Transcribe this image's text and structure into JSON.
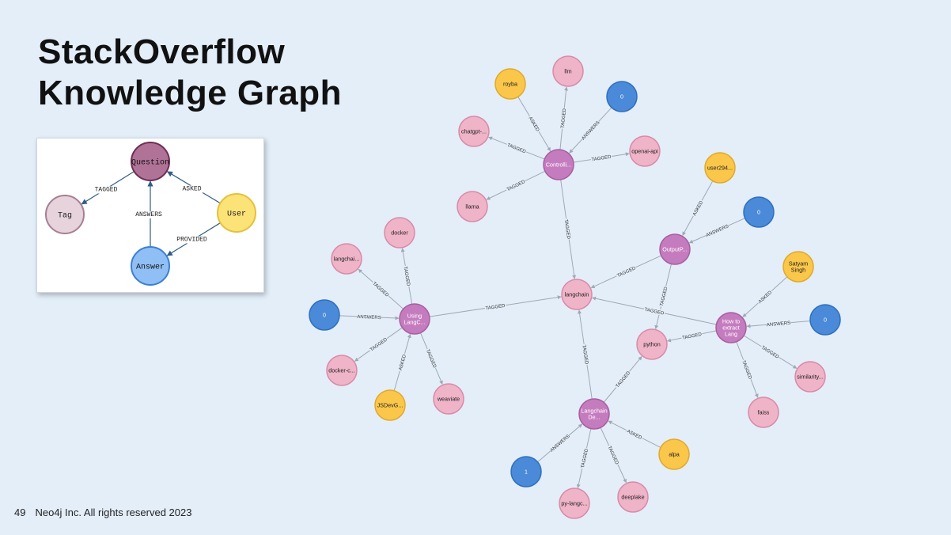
{
  "title": {
    "line1": "StackOverflow",
    "line2": "Knowledge Graph"
  },
  "footer": {
    "page_number": "49",
    "copyright": "Neo4j Inc. All rights reserved 2023"
  },
  "colors": {
    "background": "#e3eef9",
    "question_node": "#c57cbf",
    "tag_node": "#efb4c8",
    "user_node": "#fbc74a",
    "answer_node": "#4a8ad8",
    "edge": "#9fa9b4"
  },
  "schema": {
    "nodes": [
      {
        "id": "question",
        "label": "Question",
        "fill": "#b07397",
        "stroke": "#6d2e52",
        "text": "#111"
      },
      {
        "id": "tag",
        "label": "Tag",
        "fill": "#e6d3db",
        "stroke": "#a77f92",
        "text": "#222"
      },
      {
        "id": "user",
        "label": "User",
        "fill": "#fbe377",
        "stroke": "#e6c03b",
        "text": "#222"
      },
      {
        "id": "answer",
        "label": "Answer",
        "fill": "#8fbff5",
        "stroke": "#3b7fd4",
        "text": "#111"
      }
    ],
    "edges": [
      {
        "from": "question",
        "to": "tag",
        "label": "TAGGED"
      },
      {
        "from": "user",
        "to": "question",
        "label": "ASKED"
      },
      {
        "from": "answer",
        "to": "question",
        "label": "ANSWERS"
      },
      {
        "from": "user",
        "to": "answer",
        "label": "PROVIDED"
      }
    ]
  },
  "graph": {
    "nodes": [
      {
        "id": "q1",
        "type": "question",
        "label": "Controlli..."
      },
      {
        "id": "royba",
        "type": "user",
        "label": "royba"
      },
      {
        "id": "llm",
        "type": "tag",
        "label": "llm"
      },
      {
        "id": "a1",
        "type": "answer",
        "label": "0"
      },
      {
        "id": "chatgpt",
        "type": "tag",
        "label": "chatgpt-..."
      },
      {
        "id": "openai",
        "type": "tag",
        "label": "openai-api"
      },
      {
        "id": "llama",
        "type": "tag",
        "label": "llama"
      },
      {
        "id": "langchain",
        "type": "tag",
        "label": "langchain"
      },
      {
        "id": "q2",
        "type": "question",
        "label": "OutputP..."
      },
      {
        "id": "user294",
        "type": "user",
        "label": "user294..."
      },
      {
        "id": "a2",
        "type": "answer",
        "label": "0"
      },
      {
        "id": "python",
        "type": "tag",
        "label": "python"
      },
      {
        "id": "q3",
        "type": "question",
        "label": "How to extract Lang"
      },
      {
        "id": "satyam",
        "type": "user",
        "label": "Satyam Singh"
      },
      {
        "id": "a3",
        "type": "answer",
        "label": "0"
      },
      {
        "id": "similarity",
        "type": "tag",
        "label": "similarity..."
      },
      {
        "id": "faiss",
        "type": "tag",
        "label": "faiss"
      },
      {
        "id": "q4",
        "type": "question",
        "label": "Using LangC..."
      },
      {
        "id": "docker",
        "type": "tag",
        "label": "docker"
      },
      {
        "id": "langchai",
        "type": "tag",
        "label": "langchai..."
      },
      {
        "id": "a4",
        "type": "answer",
        "label": "0"
      },
      {
        "id": "dockerc",
        "type": "tag",
        "label": "docker-c..."
      },
      {
        "id": "jsdev",
        "type": "user",
        "label": "JSDevG..."
      },
      {
        "id": "weaviate",
        "type": "tag",
        "label": "weaviate"
      },
      {
        "id": "q5",
        "type": "question",
        "label": "Langchain De..."
      },
      {
        "id": "alpa",
        "type": "user",
        "label": "alpa"
      },
      {
        "id": "a5",
        "type": "answer",
        "label": "1"
      },
      {
        "id": "pylangc",
        "type": "tag",
        "label": "py-langc..."
      },
      {
        "id": "deeplake",
        "type": "tag",
        "label": "deeplake"
      }
    ],
    "edges": [
      {
        "from": "royba",
        "to": "q1",
        "label": "ASKED"
      },
      {
        "from": "q1",
        "to": "llm",
        "label": "TAGGED"
      },
      {
        "from": "a1",
        "to": "q1",
        "label": "ANSWERS"
      },
      {
        "from": "q1",
        "to": "chatgpt",
        "label": "TAGGED"
      },
      {
        "from": "q1",
        "to": "openai",
        "label": "TAGGED"
      },
      {
        "from": "q1",
        "to": "llama",
        "label": "TAGGED"
      },
      {
        "from": "q1",
        "to": "langchain",
        "label": "TAGGED"
      },
      {
        "from": "user294",
        "to": "q2",
        "label": "ASKED"
      },
      {
        "from": "a2",
        "to": "q2",
        "label": "ANSWERS"
      },
      {
        "from": "q2",
        "to": "langchain",
        "label": "TAGGED"
      },
      {
        "from": "q2",
        "to": "python",
        "label": "TAGGED"
      },
      {
        "from": "satyam",
        "to": "q3",
        "label": "ASKED"
      },
      {
        "from": "a3",
        "to": "q3",
        "label": "ANSWERS"
      },
      {
        "from": "q3",
        "to": "langchain",
        "label": "TAGGED"
      },
      {
        "from": "q3",
        "to": "python",
        "label": "TAGGED"
      },
      {
        "from": "q3",
        "to": "similarity",
        "label": "TAGGED"
      },
      {
        "from": "q3",
        "to": "faiss",
        "label": "TAGGED"
      },
      {
        "from": "q4",
        "to": "docker",
        "label": "TAGGED"
      },
      {
        "from": "q4",
        "to": "langchai",
        "label": "TAGGED"
      },
      {
        "from": "a4",
        "to": "q4",
        "label": "ANSWERS"
      },
      {
        "from": "q4",
        "to": "langchain",
        "label": "TAGGED"
      },
      {
        "from": "q4",
        "to": "dockerc",
        "label": "TAGGED"
      },
      {
        "from": "jsdev",
        "to": "q4",
        "label": "ASKED"
      },
      {
        "from": "q4",
        "to": "weaviate",
        "label": "TAGGED"
      },
      {
        "from": "q5",
        "to": "langchain",
        "label": "TAGGED"
      },
      {
        "from": "q5",
        "to": "python",
        "label": "TAGGED"
      },
      {
        "from": "alpa",
        "to": "q5",
        "label": "ASKED"
      },
      {
        "from": "a5",
        "to": "q5",
        "label": "ANSWERS"
      },
      {
        "from": "q5",
        "to": "pylangc",
        "label": "TAGGED"
      },
      {
        "from": "q5",
        "to": "deeplake",
        "label": "TAGGED"
      }
    ]
  }
}
